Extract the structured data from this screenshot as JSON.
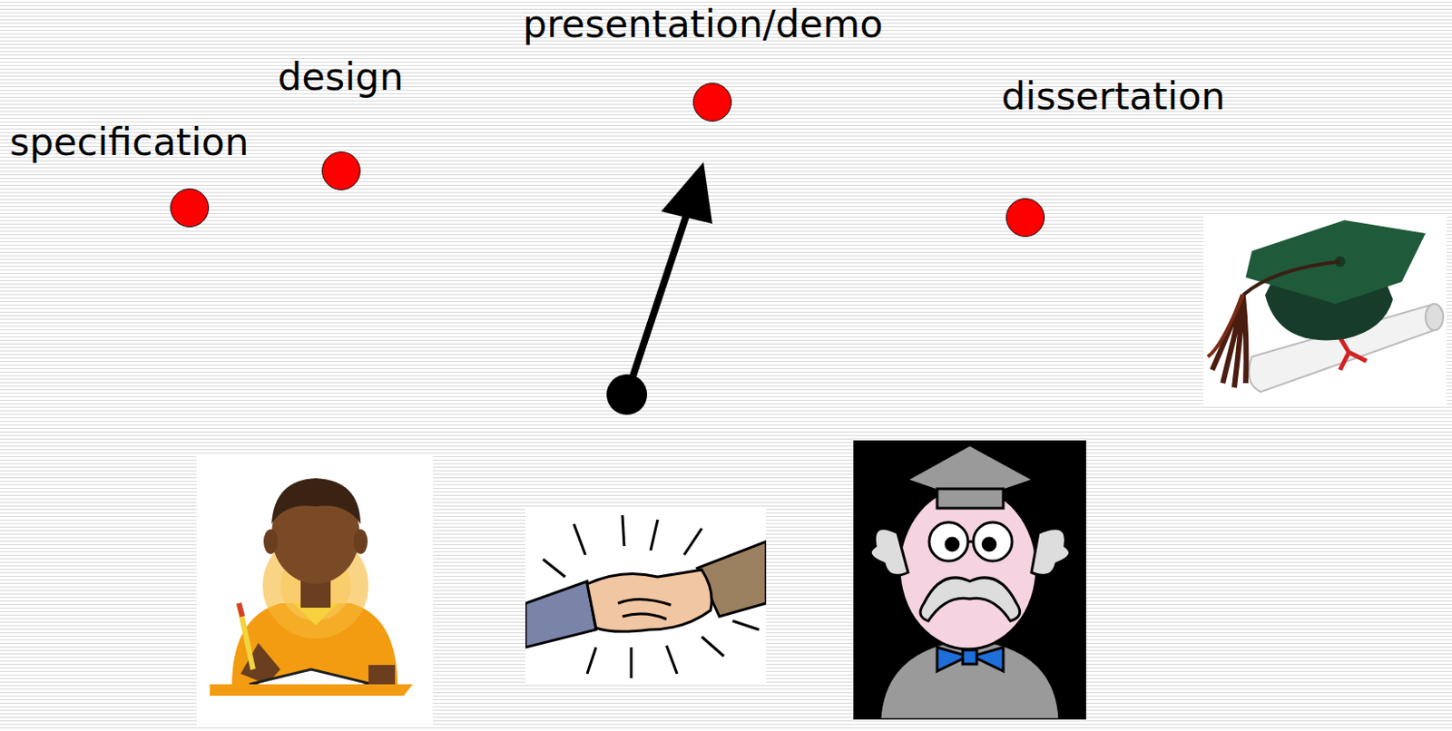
{
  "diagram": {
    "nodes": [
      {
        "text": [
          "specification"
        ]
      },
      {
        "text": [
          "design"
        ]
      },
      {
        "text": [
          "presentation/demo"
        ]
      },
      {
        "text": [
          "dissertation"
        ]
      }
    ]
  }
}
